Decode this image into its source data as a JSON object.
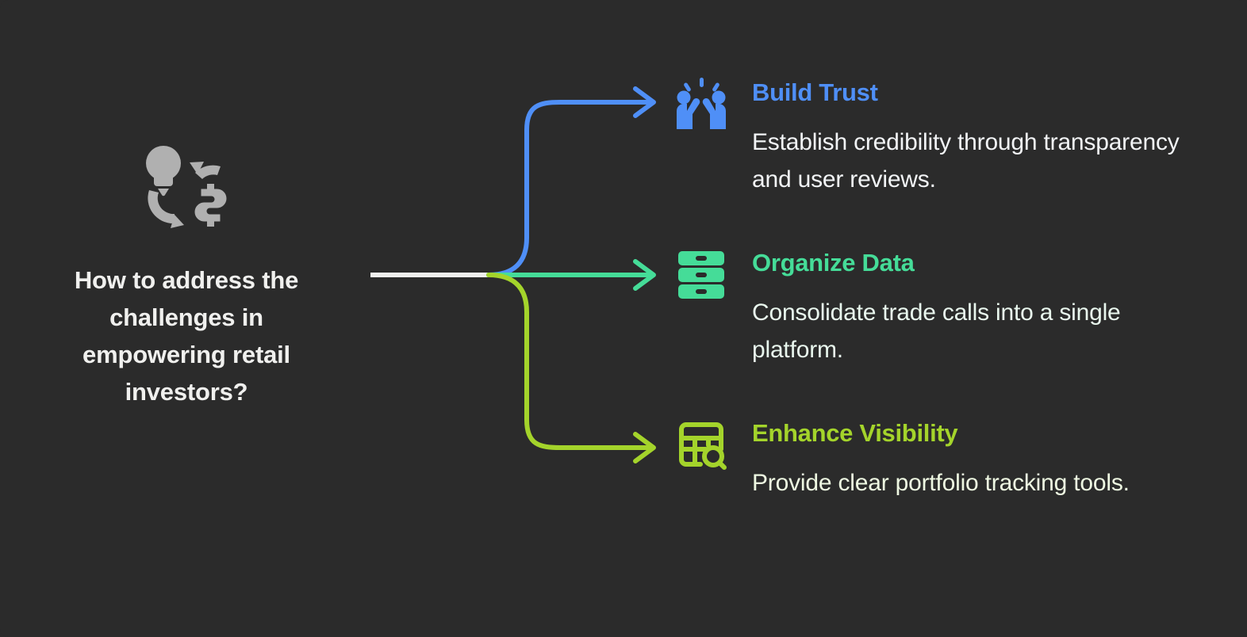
{
  "diagram": {
    "type": "mind-map",
    "background_color": "#2b2b2b",
    "central": {
      "icon": "lightbulb-money-cycle-icon",
      "icon_color": "#b0b0b0",
      "title": "How to address the challenges in empowering retail investors?",
      "title_color": "#f0f0ee"
    },
    "branches": [
      {
        "id": "build-trust",
        "icon": "handshake-people-celebrate-icon",
        "heading": "Build Trust",
        "description": "Establish credibility through transparency and user reviews.",
        "accent_color": "#4f8ff7",
        "desc_color": "#f2f4f6",
        "connector": "curve-up"
      },
      {
        "id": "organize-data",
        "icon": "file-cabinet-drawers-icon",
        "heading": "Organize Data",
        "description": "Consolidate trade calls into a single platform.",
        "accent_color": "#45dc98",
        "desc_color": "#e9f7ee",
        "connector": "straight"
      },
      {
        "id": "enhance-visibility",
        "icon": "table-search-magnifier-icon",
        "heading": "Enhance Visibility",
        "description": "Provide clear portfolio tracking tools.",
        "accent_color": "#a4d42b",
        "desc_color": "#eef8e2",
        "connector": "curve-down"
      }
    ],
    "connector_stub_color": "#f0f0ee"
  }
}
